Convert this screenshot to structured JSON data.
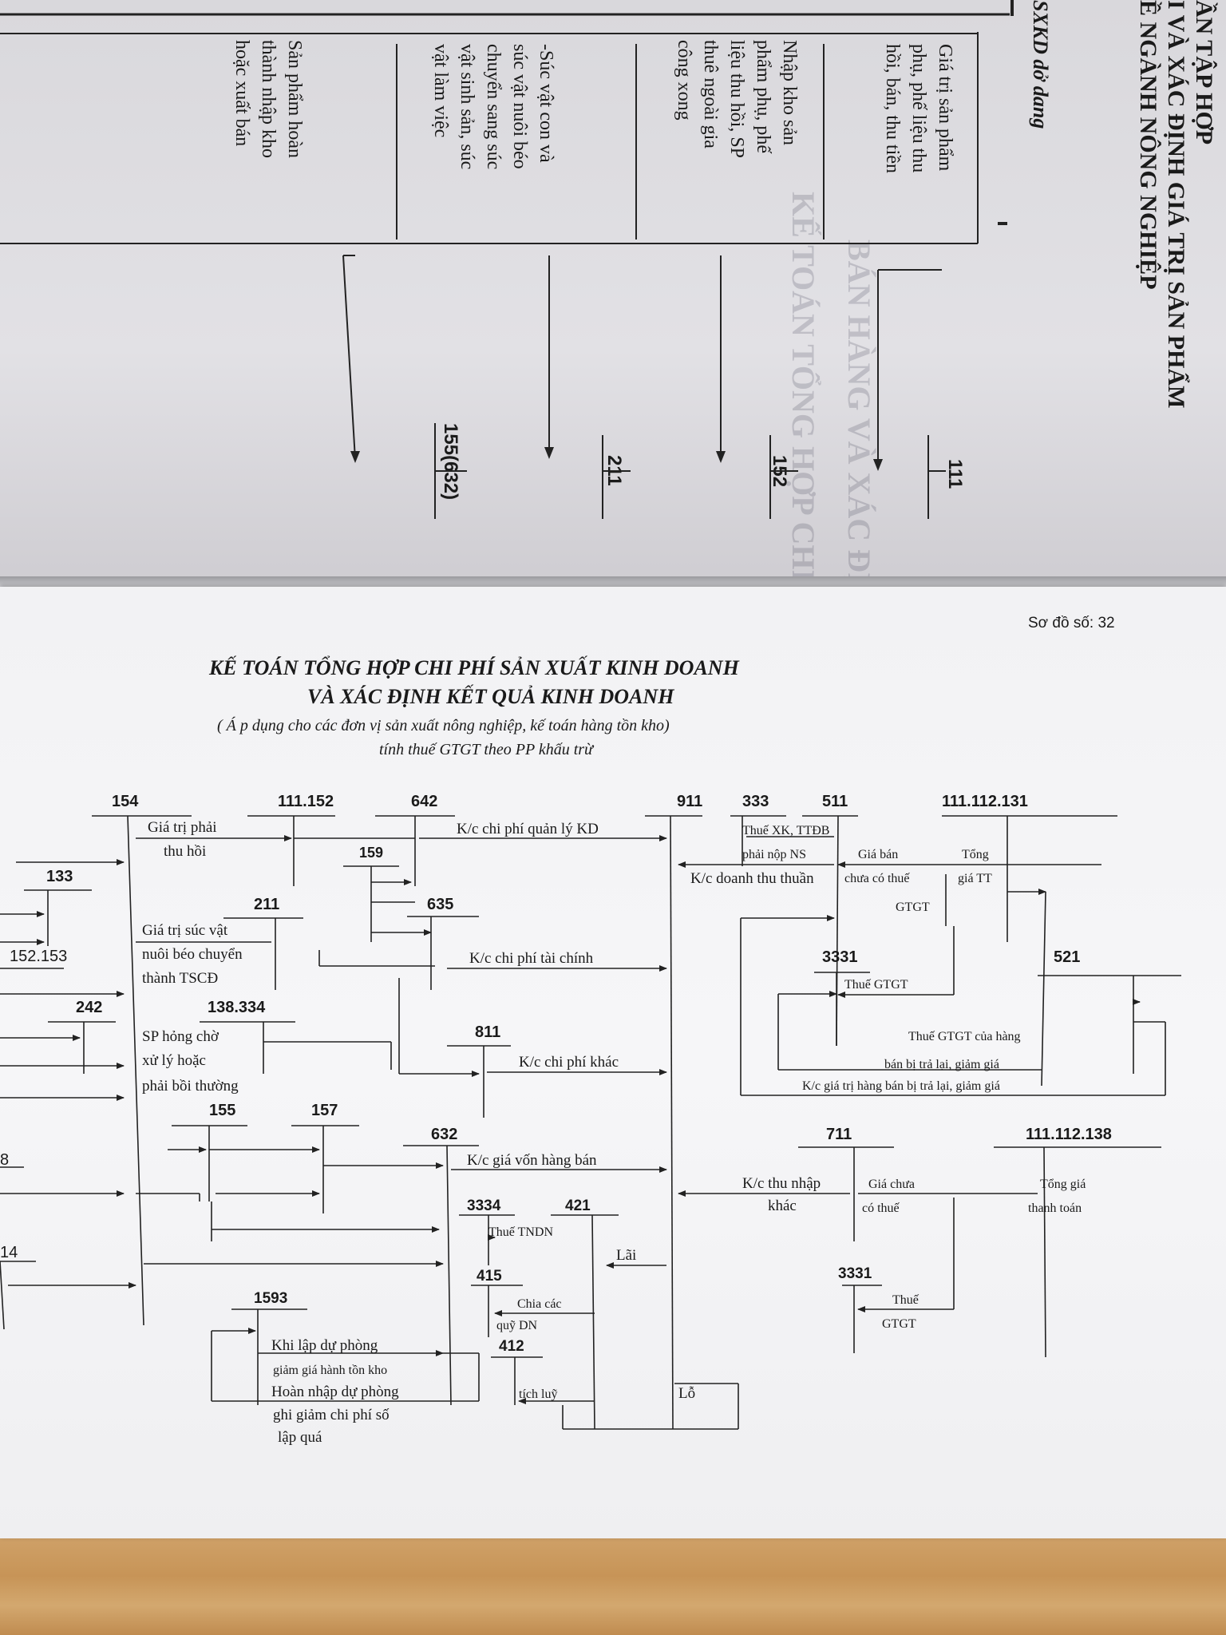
{
  "top_page": {
    "heading_lines": [
      "ẦN TẬP HỢP",
      "I VÀ XÁC ĐỊNH GIÁ TRỊ SẢN PHẨM",
      "Ề NGÀNH NÔNG NGHIỆP"
    ],
    "sxkd": "SXKD dở dang",
    "accounts": {
      "a111": "111",
      "a152": "152",
      "a211": "211",
      "a155": "155(632)"
    },
    "entry_111": [
      "Giá trị sản phẩm",
      "phụ, phế liệu thu",
      "hồi, bán, thu tiền"
    ],
    "entry_152": [
      "Nhập kho sản",
      "phẩm phụ, phế",
      "liệu thu hồi, SP",
      "thuê ngoài gia",
      "công xong"
    ],
    "entry_211": [
      "-Súc vật con và",
      "súc vật nuôi béo",
      "chuyển sang súc",
      "vật sinh sản, súc",
      "vật làm việc"
    ],
    "entry_155": [
      "Sản phẩm hoàn",
      "thành nhập kho",
      "hoặc xuất bán"
    ]
  },
  "bottom_page": {
    "diagram_no": "Sơ đồ số: 32",
    "title_1": "KẾ TOÁN TỔNG HỢP CHI PHÍ SẢN XUẤT KINH DOANH",
    "title_2": "VÀ XÁC ĐỊNH KẾT QUẢ KINH DOANH",
    "subtitle_1": "( Á p dụng cho các đơn vị sản xuất nông nghiệp, kế toán hàng tồn kho)",
    "subtitle_2": "tính thuế GTGT theo PP khấu trừ",
    "accounts": {
      "a154": "154",
      "a111_152": "111.152",
      "a642": "642",
      "a911": "911",
      "a333": "333",
      "a511": "511",
      "a111_112_131": "111.112.131",
      "a133": "133",
      "a159": "159",
      "a211": "211",
      "a635": "635",
      "a152_153": "152.153",
      "a3331": "3331",
      "a521": "521",
      "a242": "242",
      "a138_334": "138.334",
      "a811": "811",
      "a155": "155",
      "a157": "157",
      "a632": "632",
      "a711": "711",
      "a111_112_138": "111.112.138",
      "a8": "8",
      "a3334": "3334",
      "a421": "421",
      "a14": "14",
      "a415": "415",
      "a3331b": "3331",
      "a1593": "1593",
      "a412": "412"
    },
    "labels": {
      "gia_tri_phai": "Giá trị phải",
      "thu_hoi": "thu hồi",
      "kc_qldn": "K/c chi phí quản lý KD",
      "thue_xk": "Thuế XK, TTĐB",
      "phai_nop_ns": "phải nộp NS",
      "gia_ban": "Giá bán",
      "tong": "Tổng",
      "gia_tt": "giá TT",
      "kc_doanh_thu": "K/c doanh thu thuần",
      "chua_co_thue": "chưa có thuế",
      "gtgt": "GTGT",
      "gia_tri_suc_vat": "Giá trị súc vật",
      "nuoi_beo": "nuôi béo chuyển",
      "thanh_tscd": "thành TSCĐ",
      "kc_tai_chinh": "K/c chi phí tài chính",
      "thue_gtgt": "Thuế GTGT",
      "sp_hong": "SP hỏng chờ",
      "xu_ly": "xử lý hoặc",
      "boi_thuong": "phải bồi thường",
      "kc_khac": "K/c chi phí khác",
      "thue_gtgt_hang": "Thuế GTGT của hàng",
      "ban_bi_tra_lai": "bán bị trả lại, giảm giá",
      "kc_gia_tri_hang": "K/c giá trị hàng bán bị trả lại, giảm giá",
      "kc_gia_von": "K/c giá vốn hàng bán",
      "kc_thu_nhap": "K/c thu nhập",
      "khac": "khác",
      "gia_chua": "Giá chưa",
      "co_thue": "có thuế",
      "tong_gia": "Tổng giá",
      "thanh_toan": "thanh toán",
      "thue_tndn": "Thuế TNDN",
      "lai": "Lãi",
      "chia_cac": "Chia các",
      "quy_dn": "quỹ DN",
      "thue_b": "Thuế",
      "gtgt_b": "GTGT",
      "khi_lap": "Khi lập dự phòng",
      "giam_gia_htk": "giảm giá hành tồn kho",
      "hoan_nhap": "Hoàn nhập dự phòng",
      "ghi_giam": "ghi giảm chi phí số",
      "lap_qua": "lập quá",
      "tich_luy": "tích luỹ",
      "lo": "Lỗ"
    }
  }
}
